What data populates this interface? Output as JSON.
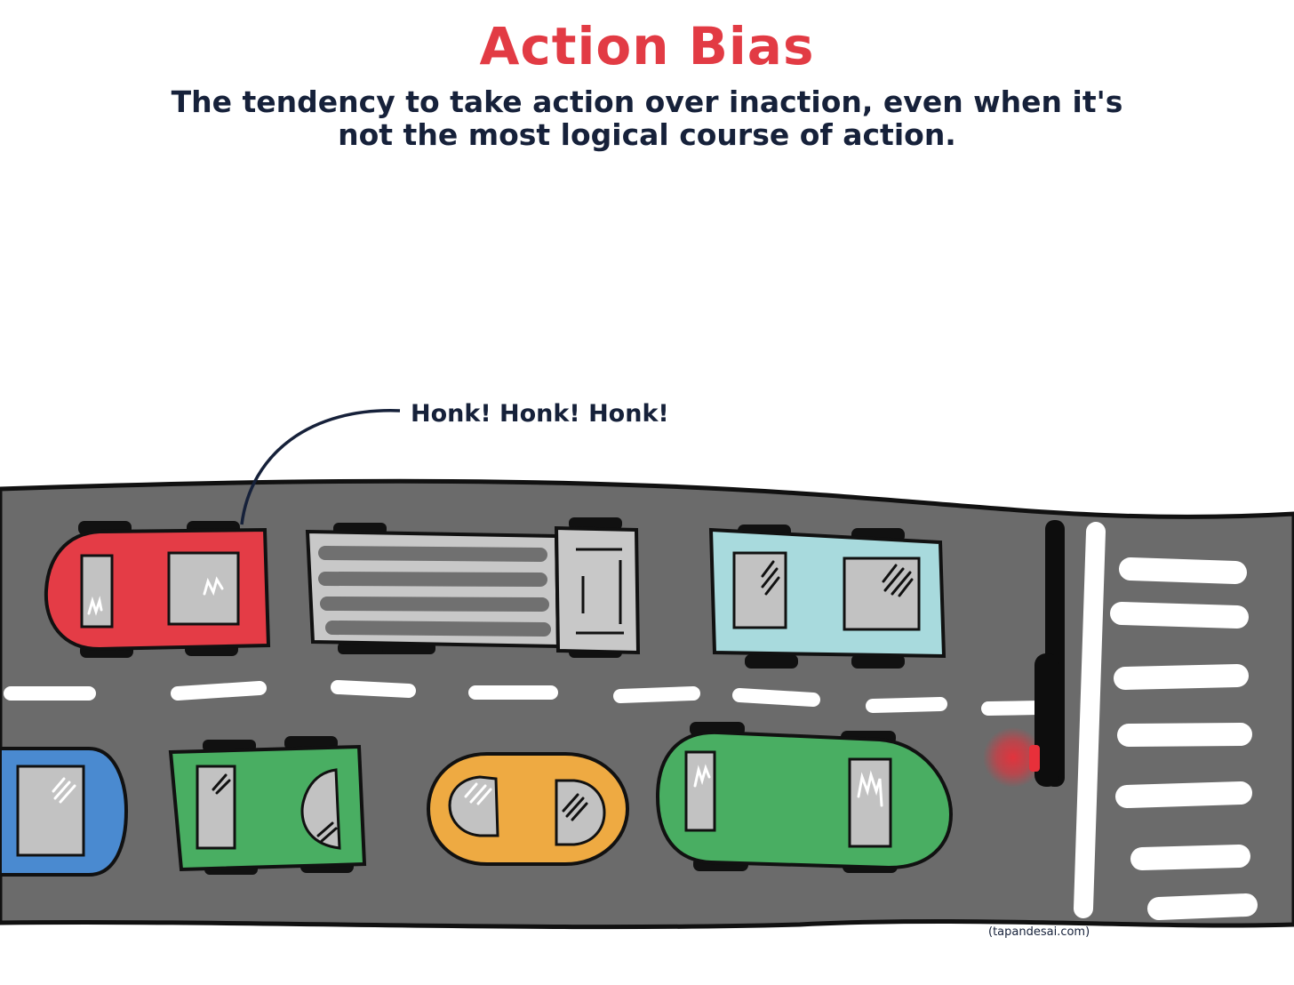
{
  "header": {
    "title": "Action Bias",
    "subtitle": "The tendency to take action over inaction, even when it's not the most logical course of action."
  },
  "speech_bubble": {
    "text": "Honk! Honk! Honk!"
  },
  "credit": {
    "text": "(tapandesai.com)"
  },
  "colors": {
    "title": "#e23b44",
    "text": "#16213a",
    "road": "#6b6b6b",
    "outline": "#111111",
    "lane_marking": "#ffffff",
    "red_car": "#e43c46",
    "light_blue_truck": "#a8dadd",
    "blue_car": "#4a8ad0",
    "green_car": "#49ae62",
    "orange_car": "#eeaa42",
    "window": "#c2c2c2",
    "truck_trailer": "#c8c8c8",
    "red_signal_glow": "#e8303a"
  },
  "vehicles": [
    {
      "name": "red-car",
      "color": "red_car",
      "lane": "top",
      "honking": true
    },
    {
      "name": "gray-truck",
      "color": "truck_trailer",
      "lane": "top"
    },
    {
      "name": "light-blue-van",
      "color": "light_blue_truck",
      "lane": "top"
    },
    {
      "name": "blue-car",
      "color": "blue_car",
      "lane": "bottom"
    },
    {
      "name": "green-car",
      "color": "green_car",
      "lane": "bottom"
    },
    {
      "name": "orange-car",
      "color": "orange_car",
      "lane": "bottom"
    },
    {
      "name": "green-bus",
      "color": "green_car",
      "lane": "bottom"
    }
  ],
  "traffic_signal": {
    "state": "red"
  }
}
